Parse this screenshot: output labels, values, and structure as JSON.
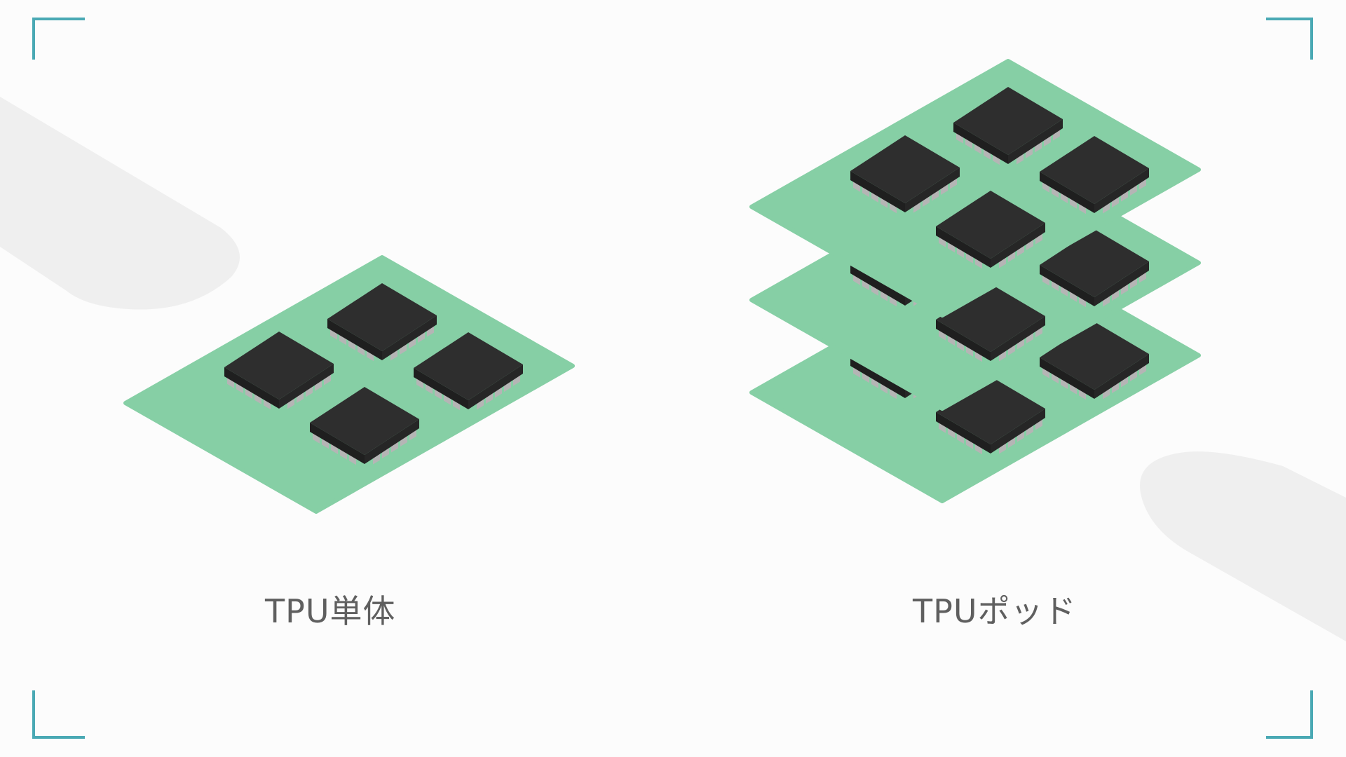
{
  "labels": {
    "single": "TPU単体",
    "pod": "TPUポッド"
  },
  "colors": {
    "background": "#fcfcfc",
    "board": "#86cfa5",
    "chip_top": "#2e2e2e",
    "chip_side_left": "#1f1f1f",
    "chip_side_right": "#262626",
    "pin": "#b5b5b5",
    "corner_bracket": "#4aa9b4",
    "decor_band": "#efefef",
    "label_text": "#5f5f5f"
  },
  "illustrations": {
    "single": {
      "boards": 1,
      "chips_per_board": 4
    },
    "pod": {
      "boards": 3,
      "chips_per_board": 4
    }
  }
}
